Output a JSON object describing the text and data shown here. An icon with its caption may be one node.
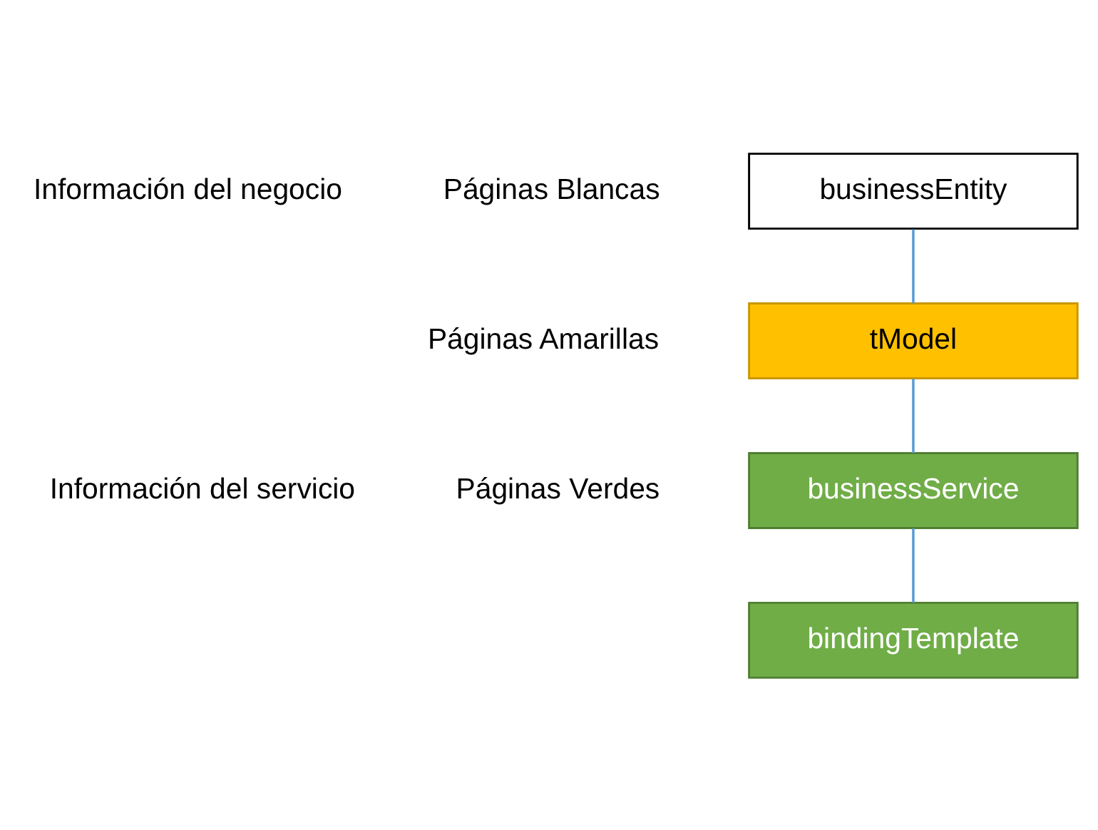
{
  "diagram": {
    "nodes": [
      {
        "text": [
          "businessEntity"
        ]
      },
      {
        "text": [
          "tModel"
        ]
      },
      {
        "text": [
          "businessService"
        ]
      },
      {
        "text": [
          "bindingTemplate"
        ]
      }
    ],
    "edges": [
      {
        "from": 0,
        "to": 1,
        "arrow": "none"
      },
      {
        "from": 1,
        "to": 2,
        "arrow": "none"
      },
      {
        "from": 2,
        "to": 3,
        "arrow": "none"
      }
    ],
    "labels": [
      "Información del negocio",
      "Páginas Blancas",
      "Páginas Amarillas",
      "Información del servicio",
      "Páginas Verdes"
    ]
  }
}
